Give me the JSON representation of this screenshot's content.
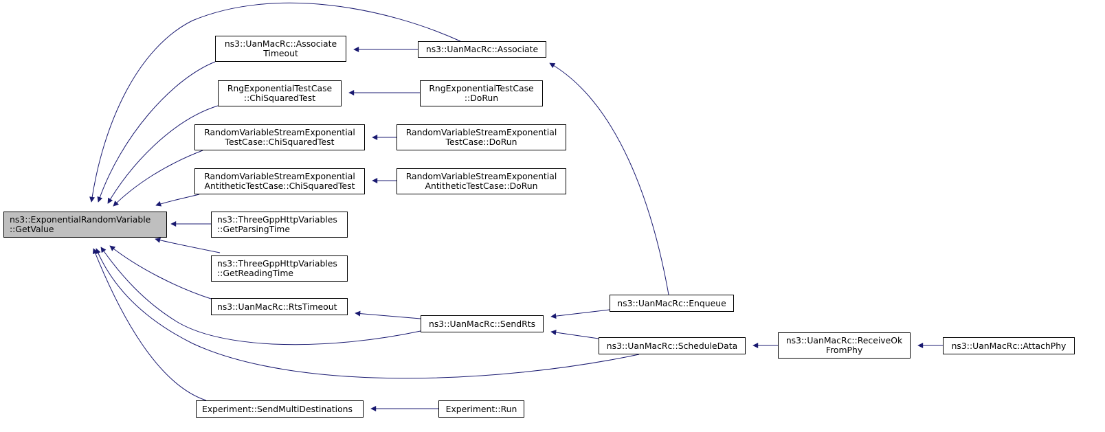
{
  "accent_color": "#191970",
  "nodes": [
    {
      "id": "root",
      "lines": [
        "ns3::ExponentialRandomVariable",
        "::GetValue"
      ],
      "align": "left",
      "highlight": true
    },
    {
      "id": "assoc_timeout",
      "lines": [
        "ns3::UanMacRc::Associate",
        "Timeout"
      ],
      "align": "center"
    },
    {
      "id": "rng_chi",
      "lines": [
        "RngExponentialTestCase",
        "::ChiSquaredTest"
      ],
      "align": "center"
    },
    {
      "id": "rvs_chi",
      "lines": [
        "RandomVariableStreamExponential",
        "TestCase::ChiSquaredTest"
      ],
      "align": "center"
    },
    {
      "id": "rvs_anti_chi",
      "lines": [
        "RandomVariableStreamExponential",
        "AntitheticTestCase::ChiSquaredTest"
      ],
      "align": "center"
    },
    {
      "id": "parsing",
      "lines": [
        "ns3::ThreeGppHttpVariables",
        "::GetParsingTime"
      ],
      "align": "left"
    },
    {
      "id": "reading",
      "lines": [
        "ns3::ThreeGppHttpVariables",
        "::GetReadingTime"
      ],
      "align": "left"
    },
    {
      "id": "rts_timeout",
      "lines": [
        "ns3::UanMacRc::RtsTimeout"
      ],
      "align": "left"
    },
    {
      "id": "send_multi",
      "lines": [
        "Experiment::SendMultiDestinations"
      ],
      "align": "left"
    },
    {
      "id": "associate",
      "lines": [
        "ns3::UanMacRc::Associate"
      ],
      "align": "center"
    },
    {
      "id": "rng_dorun",
      "lines": [
        "RngExponentialTestCase",
        "::DoRun"
      ],
      "align": "center"
    },
    {
      "id": "rvs_dorun",
      "lines": [
        "RandomVariableStreamExponential",
        "TestCase::DoRun"
      ],
      "align": "center"
    },
    {
      "id": "rvs_anti_dorun",
      "lines": [
        "RandomVariableStreamExponential",
        "AntitheticTestCase::DoRun"
      ],
      "align": "center"
    },
    {
      "id": "sendrts",
      "lines": [
        "ns3::UanMacRc::SendRts"
      ],
      "align": "center"
    },
    {
      "id": "exp_run",
      "lines": [
        "Experiment::Run"
      ],
      "align": "center"
    },
    {
      "id": "enqueue",
      "lines": [
        "ns3::UanMacRc::Enqueue"
      ],
      "align": "center"
    },
    {
      "id": "schedule",
      "lines": [
        "ns3::UanMacRc::ScheduleData"
      ],
      "align": "center"
    },
    {
      "id": "receive",
      "lines": [
        "ns3::UanMacRc::ReceiveOk",
        "FromPhy"
      ],
      "align": "center"
    },
    {
      "id": "attach",
      "lines": [
        "ns3::UanMacRc::AttachPhy"
      ],
      "align": "center"
    }
  ],
  "edges": [
    {
      "from": "assoc_timeout",
      "to": "root"
    },
    {
      "from": "associate",
      "to": "root"
    },
    {
      "from": "rng_chi",
      "to": "root"
    },
    {
      "from": "rvs_chi",
      "to": "root"
    },
    {
      "from": "rvs_anti_chi",
      "to": "root"
    },
    {
      "from": "parsing",
      "to": "root"
    },
    {
      "from": "reading",
      "to": "root"
    },
    {
      "from": "rts_timeout",
      "to": "root"
    },
    {
      "from": "sendrts",
      "to": "root"
    },
    {
      "from": "schedule",
      "to": "root"
    },
    {
      "from": "send_multi",
      "to": "root"
    },
    {
      "from": "associate",
      "to": "assoc_timeout"
    },
    {
      "from": "rng_dorun",
      "to": "rng_chi"
    },
    {
      "from": "rvs_dorun",
      "to": "rvs_chi"
    },
    {
      "from": "rvs_anti_dorun",
      "to": "rvs_anti_chi"
    },
    {
      "from": "sendrts",
      "to": "rts_timeout"
    },
    {
      "from": "exp_run",
      "to": "send_multi"
    },
    {
      "from": "enqueue",
      "to": "associate"
    },
    {
      "from": "enqueue",
      "to": "sendrts"
    },
    {
      "from": "schedule",
      "to": "sendrts"
    },
    {
      "from": "receive",
      "to": "schedule"
    },
    {
      "from": "attach",
      "to": "receive"
    }
  ]
}
